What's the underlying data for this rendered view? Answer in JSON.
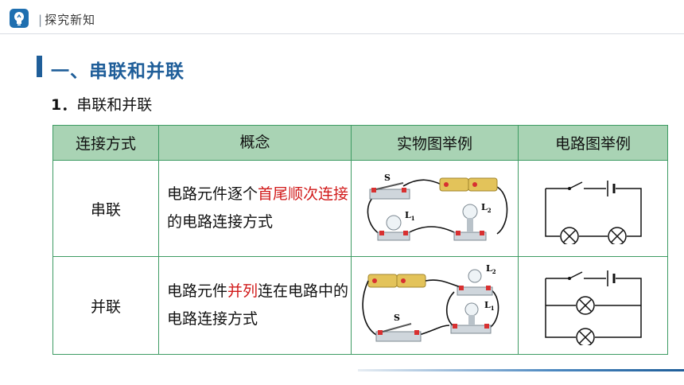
{
  "header": {
    "breadcrumb": "探究新知",
    "separator": "|"
  },
  "section": {
    "title": "一、串联和并联"
  },
  "subsection": {
    "number": "1．",
    "title": "串联和并联"
  },
  "table": {
    "headers": [
      "连接方式",
      "概念",
      "实物图举例",
      "电路图举例"
    ],
    "rows": [
      {
        "type": "串联",
        "concept_pre": "电路元件逐个",
        "concept_highlight": "首尾顺次连接",
        "concept_post": "的电路连接方式",
        "labels": {
          "switch": "S",
          "lamp1": "L",
          "lamp1_sub": "1",
          "lamp2": "L",
          "lamp2_sub": "2"
        }
      },
      {
        "type": "并联",
        "concept_pre": "电路元件",
        "concept_highlight": "并列",
        "concept_post": "连在电路中的电路连接方式",
        "labels": {
          "switch": "S",
          "lamp1": "L",
          "lamp1_sub": "1",
          "lamp2": "L",
          "lamp2_sub": "2"
        }
      }
    ]
  },
  "colors": {
    "accent": "#1f5e99",
    "header_bg": "#a9d3b4",
    "border": "#3e9b63",
    "highlight": "#d11a1a"
  },
  "icons": {
    "logo": "lightbulb-icon"
  }
}
